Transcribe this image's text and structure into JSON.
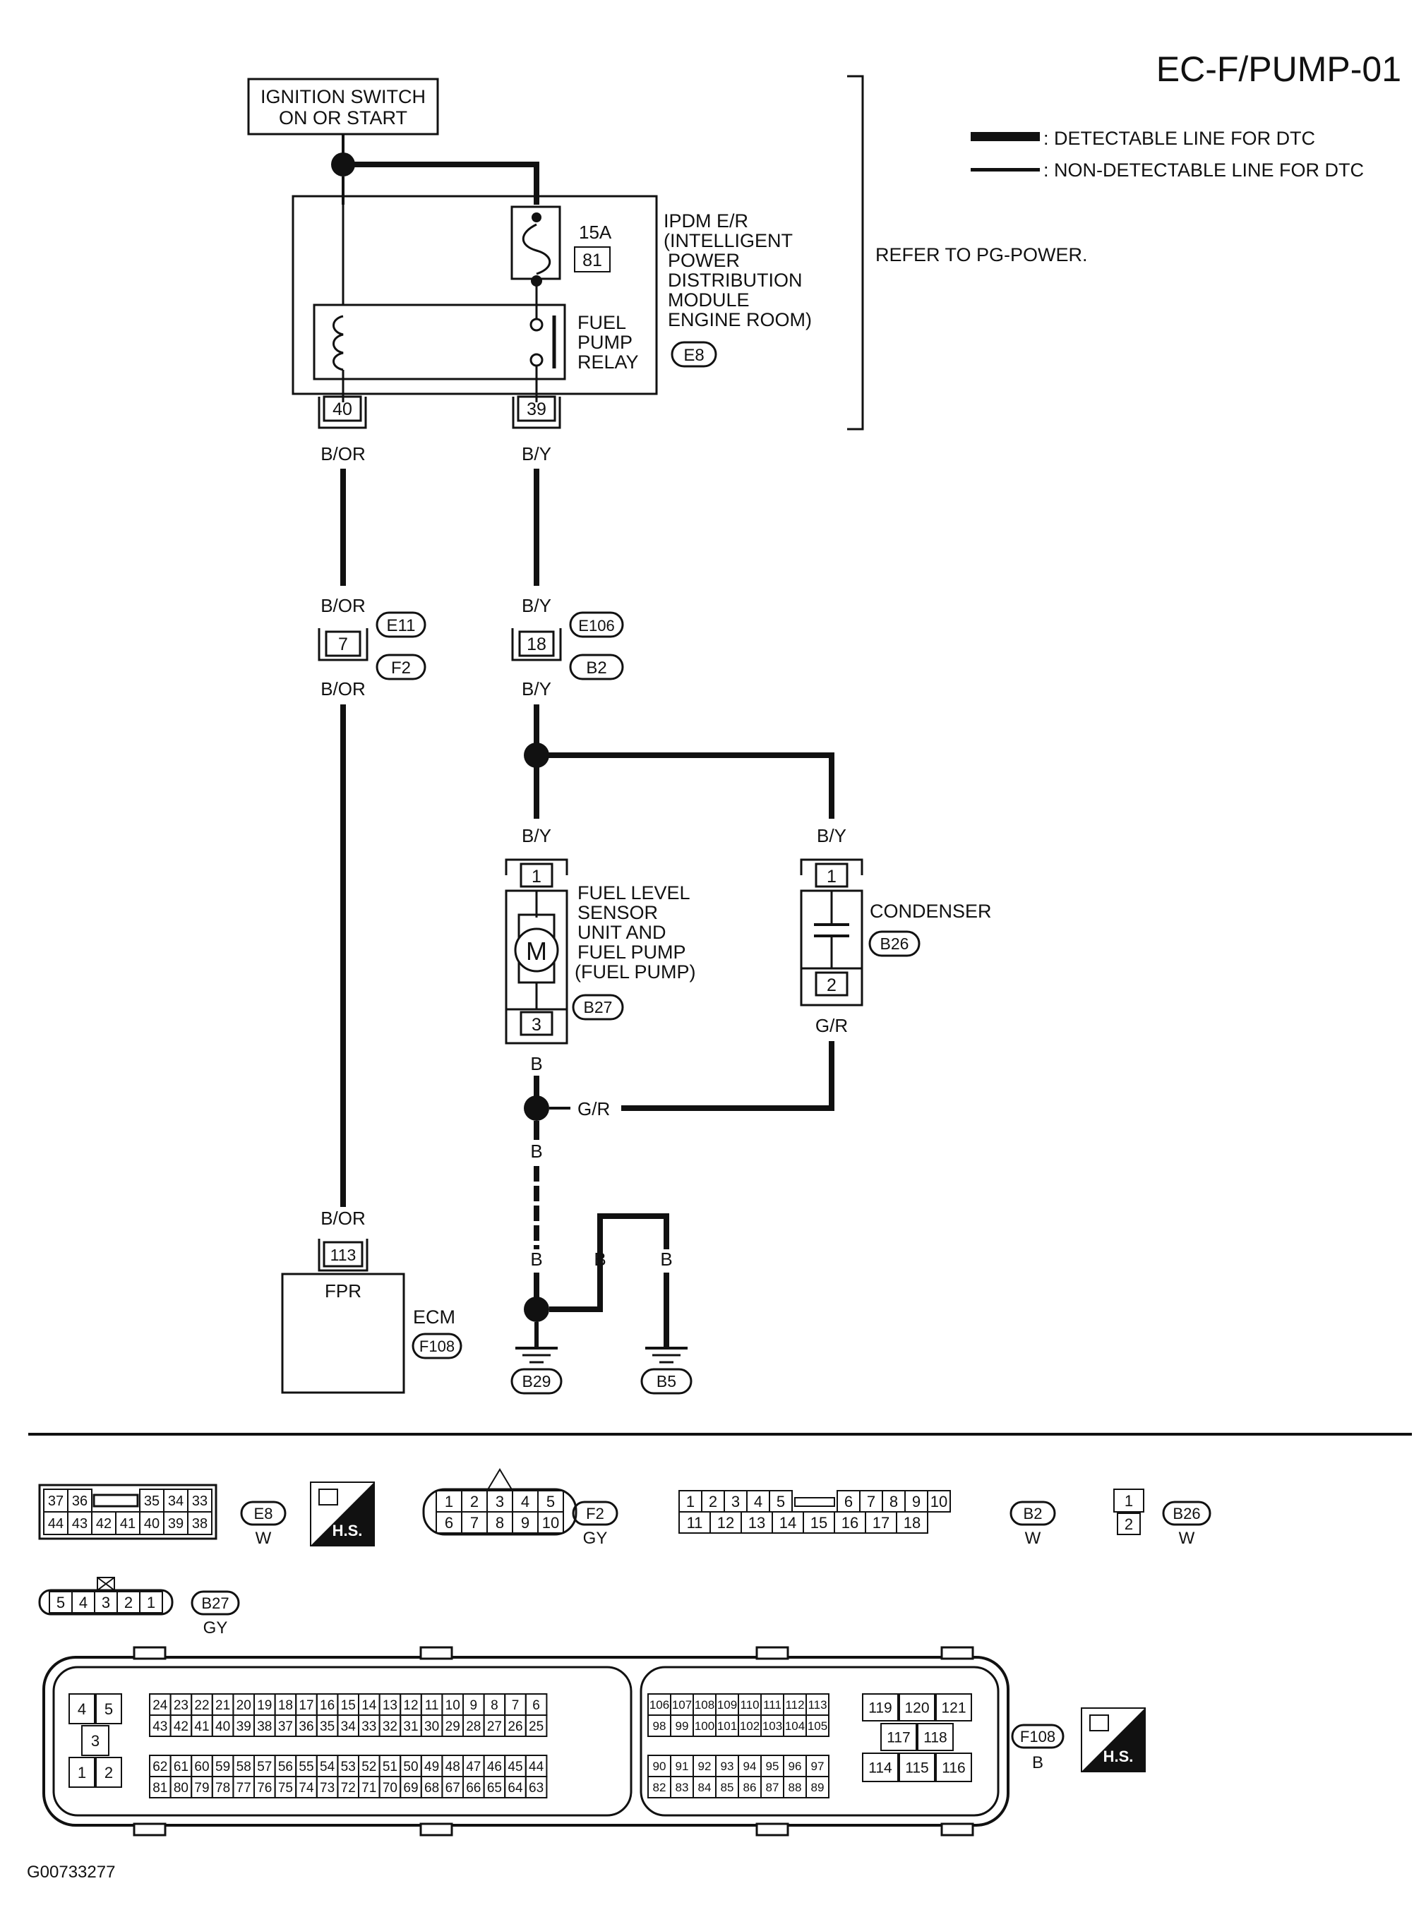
{
  "title": "EC-F/PUMP-01",
  "legend": {
    "detectable": ": DETECTABLE LINE FOR DTC",
    "non_detectable": ": NON-DETECTABLE LINE FOR DTC"
  },
  "refer_note": "REFER TO PG-POWER.",
  "ignition": {
    "line1": "IGNITION SWITCH",
    "line2": "ON OR START"
  },
  "ipdm": {
    "fuse_amp": "15A",
    "fuse_no": "81",
    "name_lines": [
      "IPDM E/R",
      "(INTELLIGENT",
      "POWER",
      "DISTRIBUTION",
      "MODULE",
      "ENGINE ROOM)"
    ],
    "relay_lines": [
      "FUEL",
      "PUMP",
      "RELAY"
    ],
    "connector": "E8",
    "pin_left": "40",
    "pin_right": "39"
  },
  "wires": {
    "bor": "B/OR",
    "by": "B/Y",
    "gr": "G/R",
    "b": "B"
  },
  "joints": {
    "left_pin": "7",
    "left_conn_top": "E11",
    "left_conn_bottom": "F2",
    "right_pin": "18",
    "right_conn_top": "E106",
    "right_conn_bottom": "B2"
  },
  "fuel_pump": {
    "label_lines": [
      "FUEL LEVEL",
      "SENSOR",
      "UNIT AND",
      "FUEL PUMP",
      "(FUEL PUMP)"
    ],
    "motor": "M",
    "pin_top": "1",
    "pin_bottom": "3",
    "connector": "B27"
  },
  "condenser": {
    "label": "CONDENSER",
    "pin_top": "1",
    "pin_bottom": "2",
    "connector": "B26"
  },
  "ecm": {
    "pin": "113",
    "terminal": "FPR",
    "label": "ECM",
    "connector": "F108"
  },
  "grounds": {
    "g1": "B29",
    "g2": "B5"
  },
  "connector_views": {
    "e8": {
      "top_row": [
        "37",
        "36",
        "",
        "35",
        "34",
        "33"
      ],
      "bottom_row": [
        "44",
        "43",
        "42",
        "41",
        "40",
        "39",
        "38"
      ],
      "id": "E8",
      "color": "W",
      "badge": "H.S."
    },
    "f2": {
      "top_row": [
        "1",
        "2",
        "3",
        "4",
        "5"
      ],
      "bottom_row": [
        "6",
        "7",
        "8",
        "9",
        "10"
      ],
      "id": "F2",
      "color": "GY"
    },
    "b2": {
      "top_row": [
        "1",
        "2",
        "3",
        "4",
        "5",
        "6",
        "7",
        "8",
        "9",
        "10"
      ],
      "bottom_row": [
        "11",
        "12",
        "13",
        "14",
        "15",
        "16",
        "17",
        "18"
      ],
      "id": "B2",
      "color": "W"
    },
    "b26": {
      "pins": [
        "1",
        "2"
      ],
      "id": "B26",
      "color": "W"
    },
    "b27": {
      "pins": [
        "5",
        "4",
        "3",
        "2",
        "1"
      ],
      "id": "B27",
      "color": "GY"
    },
    "f108": {
      "left_block": [
        "4",
        "5",
        "3",
        "1",
        "2"
      ],
      "row1": [
        "24",
        "23",
        "22",
        "21",
        "20",
        "19",
        "18",
        "17",
        "16",
        "15",
        "14",
        "13",
        "12",
        "11",
        "10",
        "9",
        "8",
        "7",
        "6"
      ],
      "row2": [
        "43",
        "42",
        "41",
        "40",
        "39",
        "38",
        "37",
        "36",
        "35",
        "34",
        "33",
        "32",
        "31",
        "30",
        "29",
        "28",
        "27",
        "26",
        "25"
      ],
      "row3": [
        "62",
        "61",
        "60",
        "59",
        "58",
        "57",
        "56",
        "55",
        "54",
        "53",
        "52",
        "51",
        "50",
        "49",
        "48",
        "47",
        "46",
        "45",
        "44"
      ],
      "row4": [
        "81",
        "80",
        "79",
        "78",
        "77",
        "76",
        "75",
        "74",
        "73",
        "72",
        "71",
        "70",
        "69",
        "68",
        "67",
        "66",
        "65",
        "64",
        "63"
      ],
      "mid_row1": [
        "106",
        "107",
        "108",
        "109",
        "110",
        "111",
        "112",
        "113"
      ],
      "mid_row2": [
        "98",
        "99",
        "100",
        "101",
        "102",
        "103",
        "104",
        "105"
      ],
      "mid_row3": [
        "90",
        "91",
        "92",
        "93",
        "94",
        "95",
        "96",
        "97"
      ],
      "mid_row4": [
        "82",
        "83",
        "84",
        "85",
        "86",
        "87",
        "88",
        "89"
      ],
      "right_block": [
        "119",
        "120",
        "121",
        "117",
        "118",
        "114",
        "115",
        "116"
      ],
      "id": "F108",
      "color": "B",
      "badge": "H.S."
    }
  },
  "figure_code": "G00733277"
}
